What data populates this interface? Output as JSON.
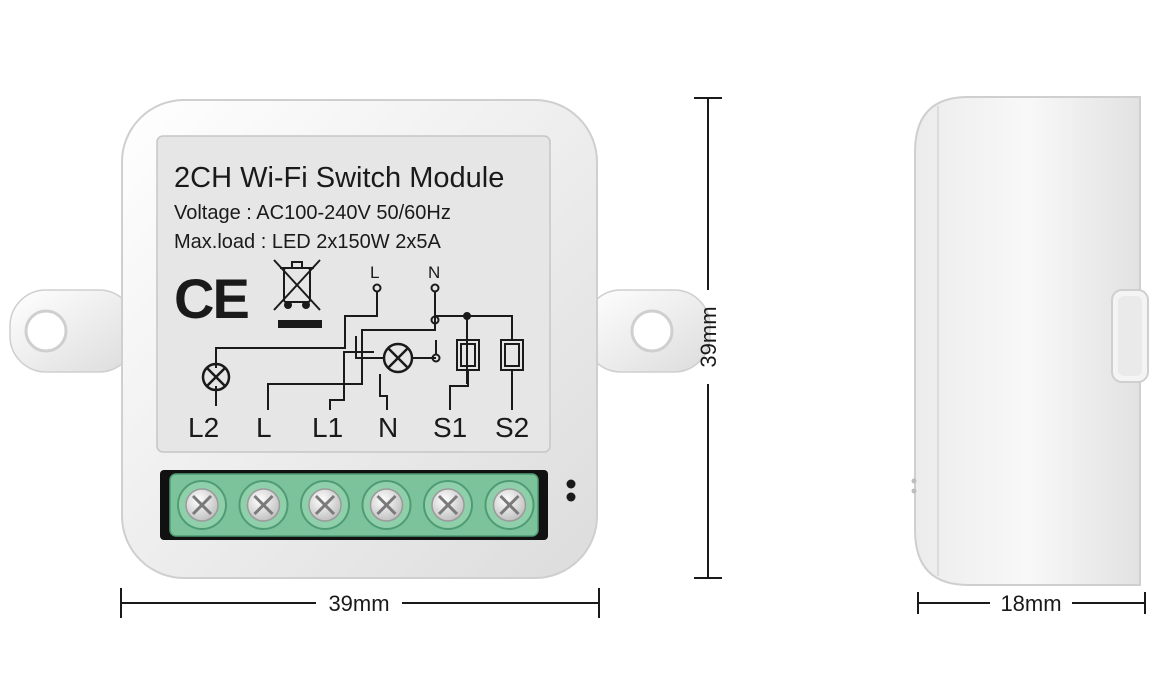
{
  "front": {
    "title": "2CH Wi-Fi Switch Module",
    "voltage": "Voltage : AC100-240V 50/60Hz",
    "max_load": "Max.load : LED 2x150W  2x5A",
    "ce_mark": "CE",
    "diagram": {
      "top_labels": [
        "L",
        "N"
      ],
      "terminal_labels": [
        "L2",
        "L",
        "L1",
        "N",
        "S1",
        "S2"
      ]
    },
    "terminal_count": 6
  },
  "dimensions": {
    "width": "39mm",
    "height": "39mm",
    "depth": "18mm"
  },
  "colors": {
    "housing": "#f2f2f2",
    "housing_shadow": "#d9d9d9",
    "label": "#e6e6e6",
    "terminal": "#7cc29b",
    "ink": "#1a1a1a"
  },
  "icons": [
    "ce-mark-icon",
    "weee-bin-icon",
    "lamp-icon",
    "switch-icon",
    "screw-terminal-icon"
  ]
}
